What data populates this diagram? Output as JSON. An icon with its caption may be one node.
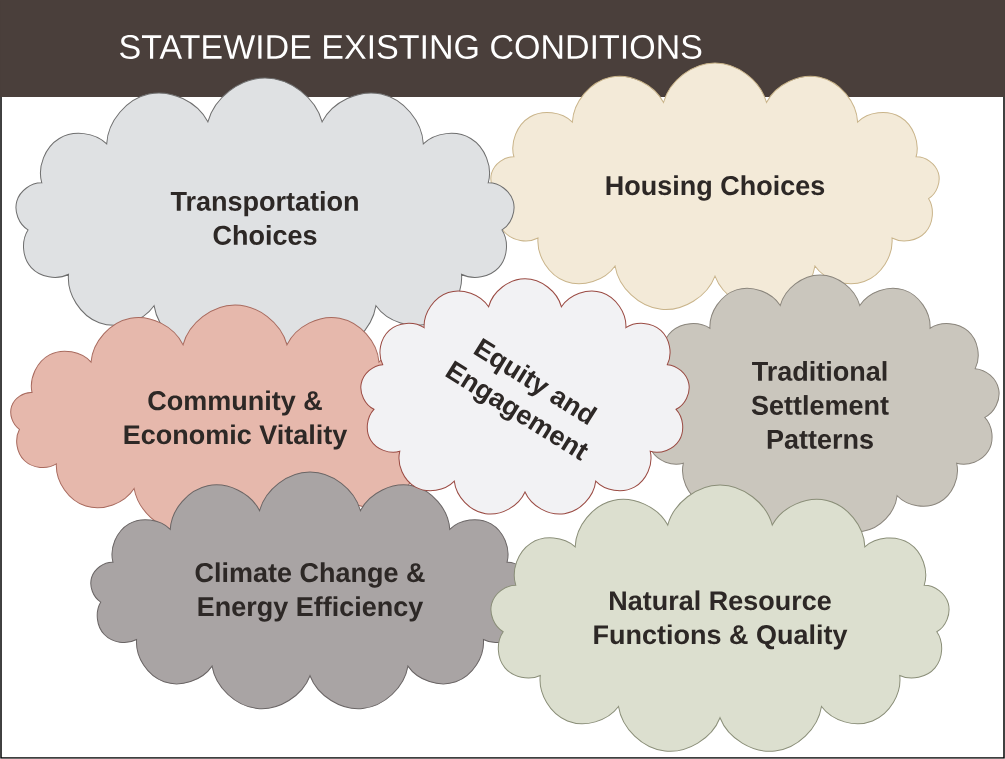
{
  "diagram": {
    "title": "STATEWIDE EXISTING CONDITIONS",
    "nodes": [
      {
        "text": [
          "Transportation Choices"
        ]
      },
      {
        "text": [
          "Housing Choices"
        ]
      },
      {
        "text": [
          "Equity and Engagement"
        ]
      },
      {
        "text": [
          "Community & Economic Vitality"
        ]
      },
      {
        "text": [
          "Traditional Settlement Patterns"
        ]
      },
      {
        "text": [
          "Climate Change & Energy Efficiency"
        ]
      },
      {
        "text": [
          "Natural Resource Functions & Quality"
        ]
      }
    ]
  }
}
